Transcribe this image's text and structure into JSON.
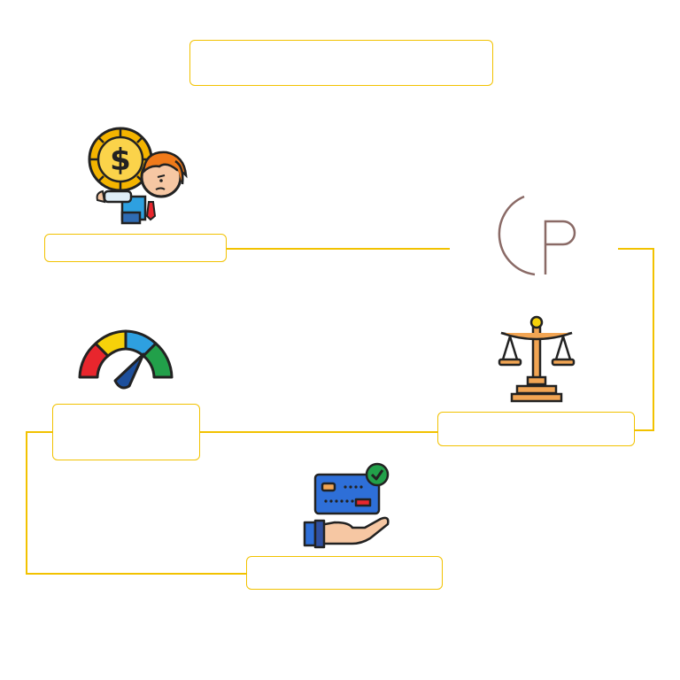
{
  "colors": {
    "connector": "#f2c200",
    "box_border": "#f2c200",
    "gauge_red": "#e8262d",
    "gauge_yellow": "#f6d10a",
    "gauge_blue": "#2ea0e0",
    "gauge_green": "#22a04a",
    "needle": "#1d4f9c",
    "logo": "#8a6a66"
  },
  "title": {
    "text": ""
  },
  "nodes": [
    {
      "id": "debt",
      "label": "",
      "icon": "person-with-coin-icon"
    },
    {
      "id": "logo",
      "label": "",
      "icon": "brand-logo-icon"
    },
    {
      "id": "legal",
      "label": "",
      "icon": "scales-of-justice-icon"
    },
    {
      "id": "score",
      "label": "",
      "icon": "credit-score-gauge-icon"
    },
    {
      "id": "card",
      "label": "",
      "icon": "credit-card-in-hand-icon"
    }
  ]
}
